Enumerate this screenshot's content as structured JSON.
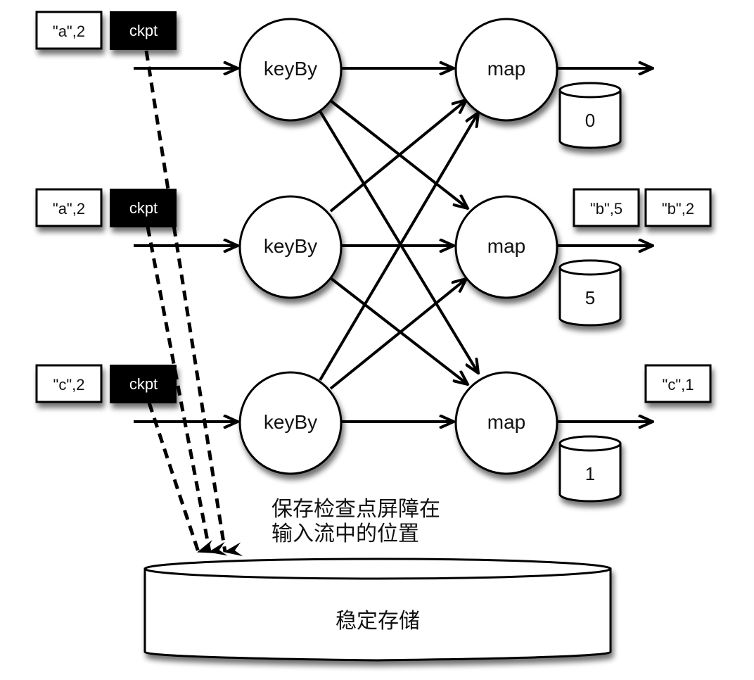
{
  "diagram": {
    "title": "",
    "colors": {
      "stroke": "#000000",
      "token_fill": "#ffffff",
      "checkpoint_fill": "#000000",
      "checkpoint_text": "#ffffff"
    },
    "rows": [
      {
        "input_record": "\"a\",2",
        "checkpoint": "ckpt",
        "keyby_label": "keyBy",
        "map_label": "map",
        "state_value": "0",
        "output_records": []
      },
      {
        "input_record": "\"a\",2",
        "checkpoint": "ckpt",
        "keyby_label": "keyBy",
        "map_label": "map",
        "state_value": "5",
        "output_records": [
          "\"b\",5",
          "\"b\",2"
        ]
      },
      {
        "input_record": "\"c\",2",
        "checkpoint": "ckpt",
        "keyby_label": "keyBy",
        "map_label": "map",
        "state_value": "1",
        "output_records": [
          "\"c\",1"
        ]
      }
    ],
    "annotation_lines": [
      "保存检查点屏障在",
      "输入流中的位置"
    ],
    "storage_label": "稳定存储"
  }
}
